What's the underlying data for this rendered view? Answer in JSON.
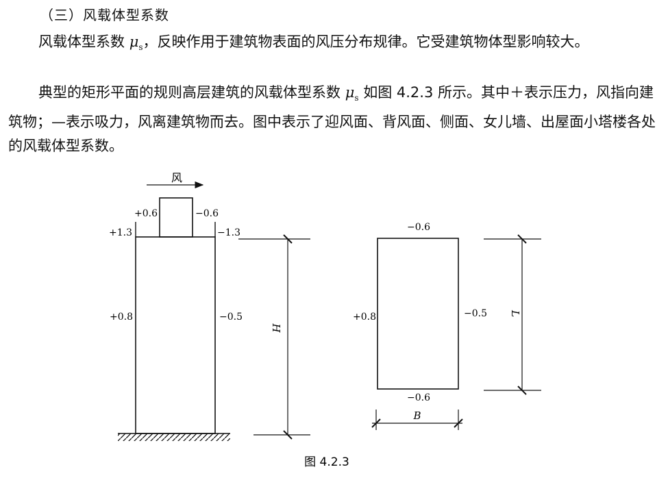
{
  "heading": "（三）风载体型系数",
  "para1": {
    "pre": "风载体型系数 ",
    "mu": "μ",
    "mu_sub": "s",
    "post": "，反映作用于建筑物表面的风压分布规律。它受建筑物体型影响较大。"
  },
  "para2": {
    "pre": "典型的矩形平面的规则高层建筑的风载体型系数 ",
    "mu": "μ",
    "mu_sub": "s",
    "post": " 如图 4.2.3 所示。其中＋表示压力，风指向建筑物；—表示吸力，风离建筑物而去。图中表示了迎风面、背风面、侧面、女儿墙、出屋面小塔楼各处的风载体型系数。"
  },
  "figure": {
    "wind_label": "风",
    "elevation": {
      "tower_windward": "+0.6",
      "tower_leeward": "−0.6",
      "parapet_windward": "+1.3",
      "parapet_leeward": "−1.3",
      "windward": "+0.8",
      "leeward": "−0.5",
      "height_label": "H"
    },
    "plan": {
      "top": "−0.6",
      "bottom": "−0.6",
      "windward": "+0.8",
      "leeward": "−0.5",
      "length_label": "L",
      "breadth_label": "B"
    },
    "caption": "图 4.2.3"
  }
}
